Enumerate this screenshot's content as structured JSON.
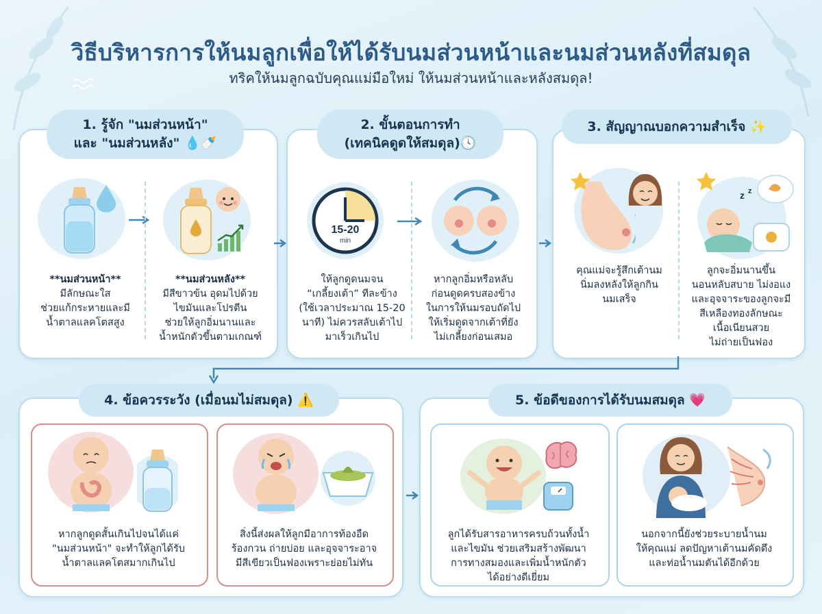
{
  "title": "วิธีบริหารการให้นมลูกเพื่อให้ได้รับนมส่วนหน้าและนมส่วนหลังที่สมดุล",
  "subtitle": "ทริคให้นมลูกฉบับคุณแม่มือใหม่ ให้นมส่วนหน้าและหลังสมดุล!",
  "colors": {
    "accent": "#2c5b88",
    "pill": "#cfe8f3",
    "border": "#b9dcee",
    "warn": "#d98c8c"
  },
  "sections": {
    "s1": {
      "line1": "1. รู้จัก \"นมส่วนหน้า\"",
      "line2": "และ \"นมส่วนหลัง\" 💧🍼",
      "foremilk": [
        "**นมส่วนหน้า**",
        "มีลักษณะใส",
        "ช่วยแก้กระหายและมี",
        "น้ำตาลแลคโตสสูง"
      ],
      "hindmilk": [
        "**นมส่วนหลัง**",
        "มีสีขาวข้น อุดมไปด้วย",
        "ไขมันและโปรตีน",
        "ช่วยให้ลูกอิ่มนานและ",
        "น้ำหนักตัวขึ้นตามเกณฑ์"
      ]
    },
    "s2": {
      "line1": "2. ขั้นตอนการทำ",
      "line2": "(เทคนิคดูดให้สมดุล)🕓",
      "clock_label": "15-20",
      "clock_unit": "min",
      "step1": [
        "ให้ลูกดูดนมจน",
        "“เกลี้ยงเต้า” ทีละข้าง",
        "(ใช้เวลาประมาณ 15-20",
        "นาที) ไม่ควรสลับเต้าไป",
        "มาเร็วเกินไป"
      ],
      "step2": [
        "หากลูกอิ่มหรือหลับ",
        "ก่อนดูดครบสองข้าง",
        "ในการให้นมรอบถัดไป",
        "ให้เริ่มดูดจากเต้าที่ยัง",
        "ไม่เกลี้ยงก่อนเสมอ"
      ]
    },
    "s3": {
      "line1": "3. สัญญาณบอกความสำเร็จ ✨",
      "mom": [
        "คุณแม่จะรู้สึกเต้านม",
        "นิ่มลงหลังให้ลูกกิน",
        "นมเสร็จ"
      ],
      "baby": [
        "ลูกจะอิ่มนานขึ้น",
        "นอนหลับสบาย ไม่งอแง",
        "และอุจจาระของลูกจะมี",
        "สีเหลืองทองลักษณะ",
        "เนื้อเนียนสวย",
        "ไม่ถ่ายเป็นฟอง"
      ]
    },
    "s4": {
      "line1": "4. ข้อควรระวัง (เมื่อนมไม่สมดุล) ⚠️",
      "warn1": [
        "หากลูกดูดสั้นเกินไปจนได้แค่",
        "\"นมส่วนหน้า\" จะทำให้ลูกได้รับ",
        "น้ำตาลแลคโตสมากเกินไป"
      ],
      "warn2": [
        "สิ่งนี้ส่งผลให้ลูกมีอาการท้องอืด",
        "ร้องกวน ถ่ายบ่อย และอุจจาระอาจ",
        "มีสีเขียวเป็นฟองเพราะย่อยไม่ทัน"
      ]
    },
    "s5": {
      "line1": "5. ข้อดีของการได้รับนมสมดุล 💗",
      "benefit1": [
        "ลูกได้รับสารอาหารครบถ้วนทั้งน้ำ",
        "และไขมัน ช่วยเสริมสร้างพัฒนา",
        "การทางสมองและเพิ่มน้ำหนักตัว",
        "ได้อย่างดีเยี่ยม"
      ],
      "benefit2": [
        "นอกจากนี้ยังช่วยระบายน้ำนม",
        "ให้คุณแม่ ลดปัญหาเต้านมคัดตึง",
        "และท่อน้ำนมตันได้อีกด้วย"
      ]
    }
  },
  "icons": [
    "milk-bottle-icon",
    "water-drop-icon",
    "baby-face-icon",
    "growth-chart-icon",
    "clock-icon",
    "breasts-icon",
    "rotate-arrows-icon",
    "star-icon",
    "mother-face-icon",
    "sleeping-baby-icon",
    "diaper-icon",
    "stomach-icon",
    "crying-baby-icon",
    "brain-icon",
    "scale-icon",
    "breastfeeding-mother-icon"
  ]
}
